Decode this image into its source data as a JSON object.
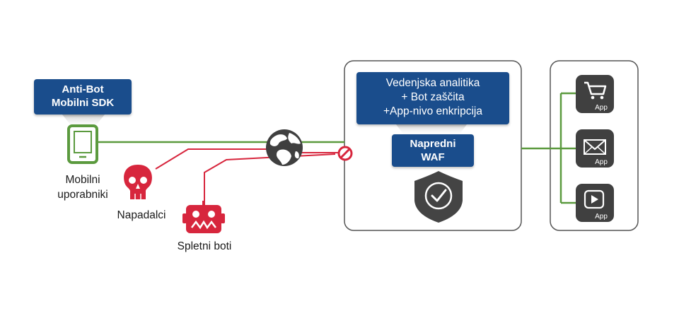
{
  "anti_bot_box": {
    "line1": "Anti-Bot",
    "line2": "Mobilni SDK"
  },
  "analytics_box": {
    "line1": "Vedenjska analitika",
    "line2": "+ Bot zaščita",
    "line3": "+App-nivo enkripcija"
  },
  "waf_box": {
    "line1": "Napredni",
    "line2": "WAF"
  },
  "labels": {
    "mobile_users_line1": "Mobilni",
    "mobile_users_line2": "uporabniki",
    "attackers": "Napadalci",
    "web_bots": "Spletni boti"
  },
  "apps": [
    {
      "icon": "shopping-cart-icon",
      "label": "App"
    },
    {
      "icon": "envelope-icon",
      "label": "App"
    },
    {
      "icon": "play-icon",
      "label": "App"
    }
  ],
  "colors": {
    "legit_line": "#5b9a3e",
    "malicious": "#d7263d",
    "box_blue": "#1a4d8c",
    "app_tile": "#404040",
    "shield": "#444444"
  }
}
